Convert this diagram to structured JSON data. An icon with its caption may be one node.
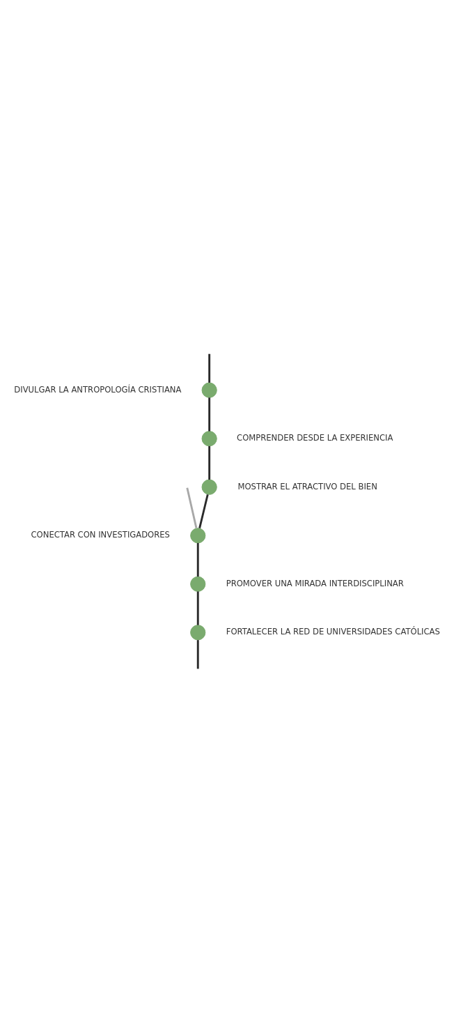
{
  "diagram": {
    "nodes": [
      {
        "text": [],
        "shape": "circle",
        "beside": [
          "DIVULGAR LA ANTROPOLOGÍA CRISTIANA"
        ]
      },
      {
        "text": [],
        "shape": "circle",
        "beside": [
          "COMPRENDER DESDE LA EXPERIENCIA"
        ]
      },
      {
        "text": [],
        "shape": "circle",
        "beside": [
          "MOSTRAR EL ATRACTIVO DEL BIEN"
        ]
      },
      {
        "text": [],
        "shape": "circle",
        "beside": [
          "CONECTAR CON INVESTIGADORES"
        ]
      },
      {
        "text": [],
        "shape": "circle",
        "beside": [
          "PROMOVER UNA MIRADA INTERDISCIPLINAR"
        ]
      },
      {
        "text": [],
        "shape": "circle",
        "beside": [
          "FORTALECER LA RED DE UNIVERSIDADES CATÓLICAS"
        ]
      }
    ],
    "edges": [
      {
        "from": null,
        "to": 0,
        "arrow": "none"
      },
      {
        "from": 0,
        "to": 1,
        "arrow": "none"
      },
      {
        "from": 1,
        "to": 2,
        "arrow": "none"
      },
      {
        "from": 2,
        "to": 3,
        "arrow": "none"
      },
      {
        "from": null,
        "to": 3,
        "arrow": "none",
        "color": "#a8a8a8"
      },
      {
        "from": 3,
        "to": 4,
        "arrow": "none"
      },
      {
        "from": 4,
        "to": 5,
        "arrow": "none"
      },
      {
        "from": 5,
        "to": null,
        "arrow": "none"
      }
    ]
  }
}
